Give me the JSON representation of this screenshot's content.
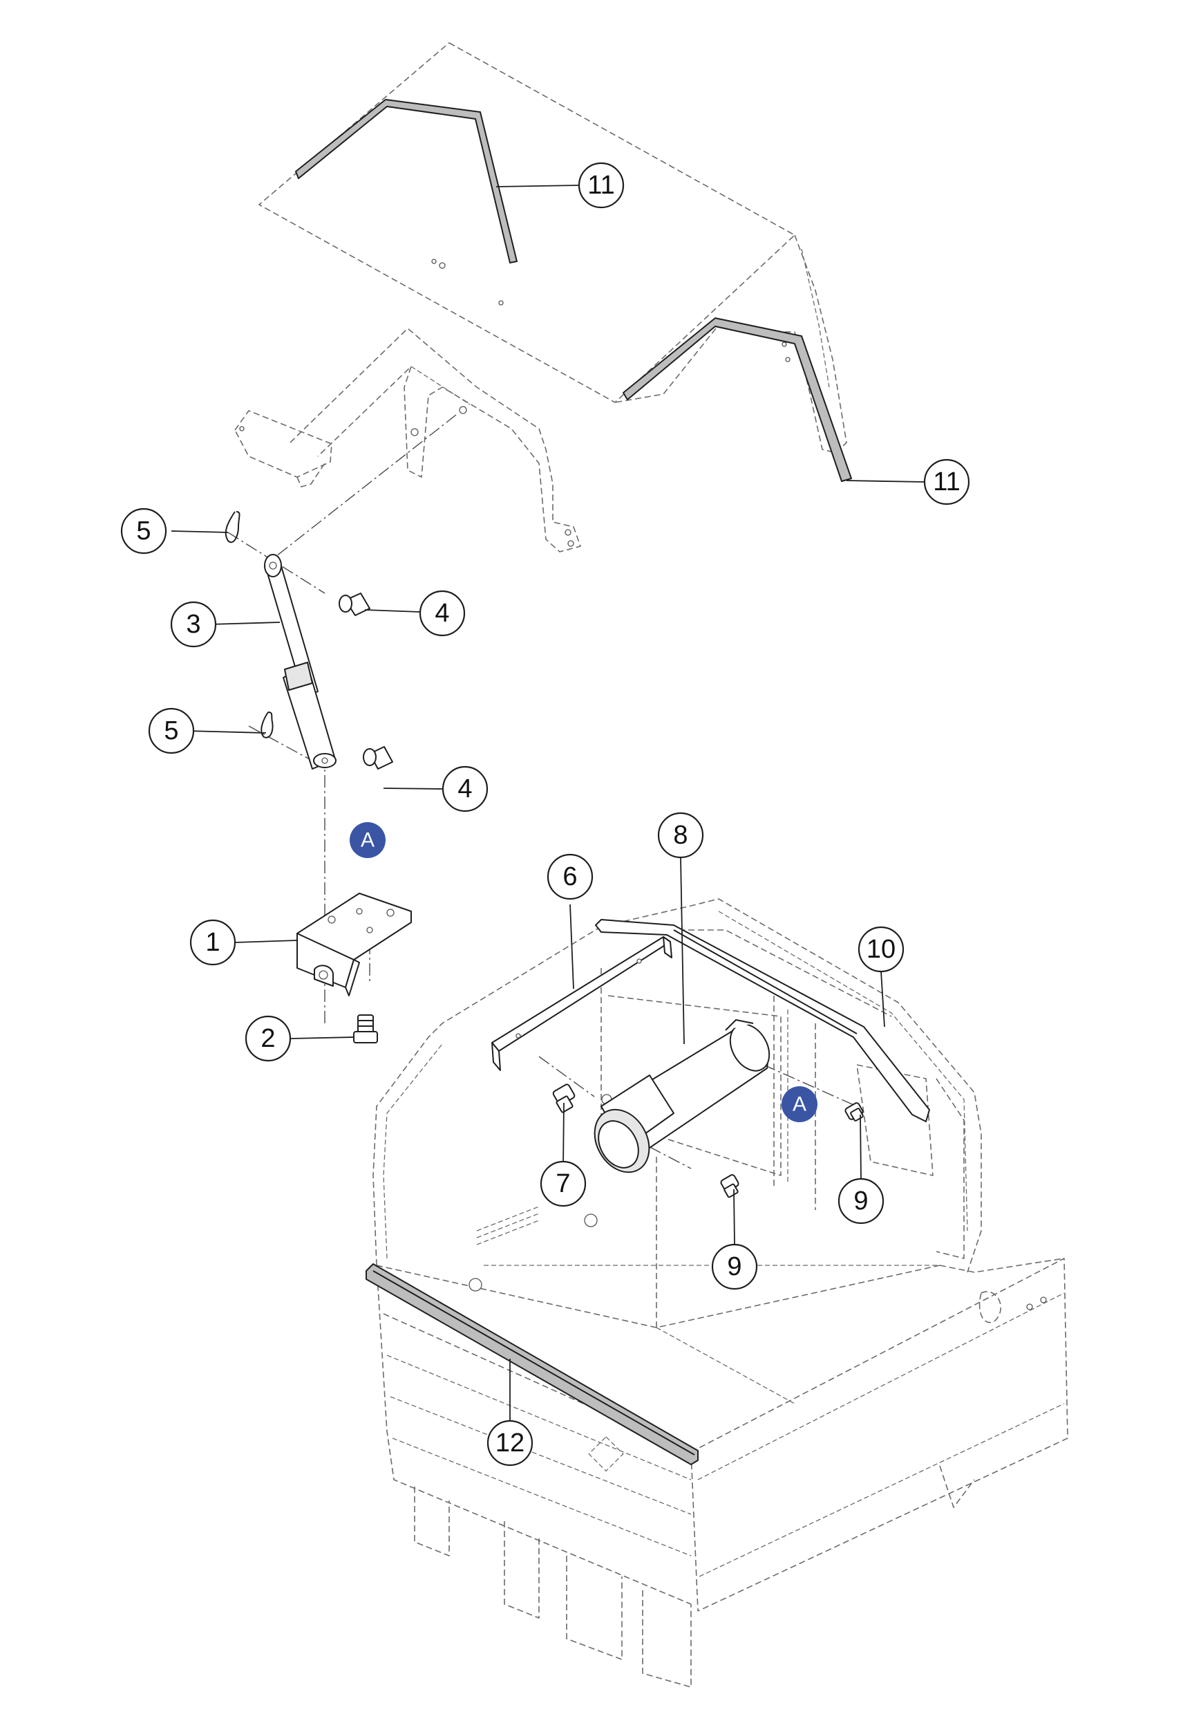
{
  "callouts": {
    "c1": "1",
    "c2": "2",
    "c3": "3",
    "c4": "4",
    "c5": "5",
    "c6": "6",
    "c7": "7",
    "c8": "8",
    "c9": "9",
    "c10": "10",
    "c11": "11",
    "c12": "12"
  },
  "markers": {
    "ref": "A"
  },
  "colors": {
    "marker_fill": "#3a55a4",
    "line": "#1e1e1e",
    "phantom": "#6b6b6b"
  }
}
